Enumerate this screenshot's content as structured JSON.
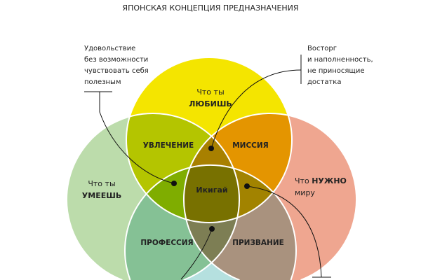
{
  "title": "ЯПОНСКАЯ КОНЦЕПЦИЯ ПРЕДНАЗНАЧЕНИЯ",
  "circles": {
    "love": {
      "line1": "Что ты",
      "line2": "ЛЮБИШЬ",
      "color": "#f4e500"
    },
    "good_at": {
      "line1": "Что ты",
      "line2": "УМЕЕШЬ",
      "color": "#bcdcab"
    },
    "world_needs": {
      "prefix": "Что",
      "bold": "НУЖНО",
      "line2": "миру",
      "color": "#efa690"
    },
    "paid_for": {
      "color": "#b5e0df"
    }
  },
  "regions": {
    "passion": "УВЛЕЧЕНИЕ",
    "mission": "МИССИЯ",
    "profession": "ПРОФЕССИЯ",
    "vocation": "ПРИЗВАНИЕ",
    "center": "Икигай"
  },
  "callouts": {
    "left": [
      "Удовольствие",
      "без возможности",
      "чувствовать себя",
      "полезным"
    ],
    "right": [
      "Восторг",
      "и наполненность,",
      "не приносящие",
      "достатка"
    ]
  }
}
